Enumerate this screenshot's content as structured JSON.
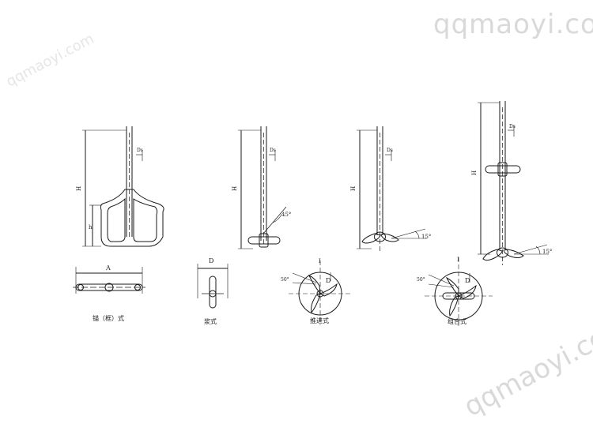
{
  "watermark": {
    "text": "qqmaoyi.com",
    "color": "#d9d9d9"
  },
  "colors": {
    "ink": "#1a1a1a",
    "background": "#ffffff"
  },
  "figures": {
    "anchor": {
      "side_labels": {
        "H": "H",
        "h": "h",
        "Ds": "Ds"
      },
      "top_dim_label": "A",
      "caption": "锚（框）式"
    },
    "paddle": {
      "side_labels": {
        "H": "H",
        "Ds": "Ds"
      },
      "angle_label": "45°",
      "top_dim_label": "D",
      "caption": "浆式"
    },
    "propeller": {
      "side_labels": {
        "H": "H",
        "Ds": "Ds"
      },
      "angle_label": "15°",
      "top_labels": {
        "I": "I",
        "D": "D",
        "angle": "50°"
      },
      "caption": "推进式"
    },
    "combined": {
      "side_labels": {
        "H": "H",
        "Ds": "Ds"
      },
      "angle_label": "15°",
      "top_labels": {
        "I": "I",
        "D": "D",
        "angle": "50°"
      },
      "caption": "组合式"
    }
  }
}
